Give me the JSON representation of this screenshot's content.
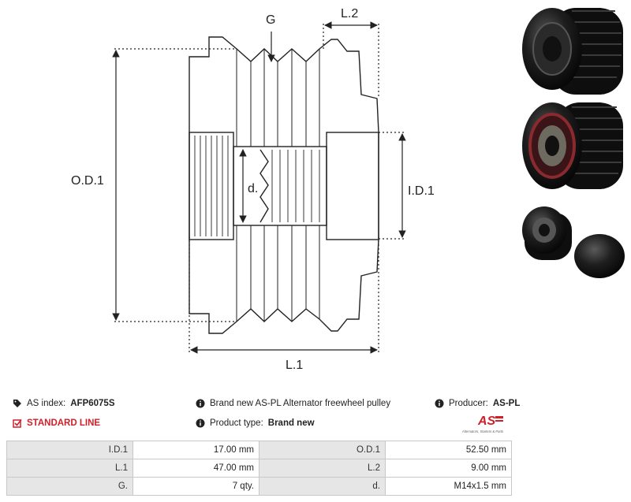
{
  "drawing": {
    "labels": {
      "g": "G",
      "l2": "L.2",
      "od1": "O.D.1",
      "d": "d.",
      "id1": "I.D.1",
      "l1": "L.1"
    }
  },
  "info": {
    "as_index_label": "AS index:",
    "as_index_value": "AFP6075S",
    "standard_line": "STANDARD LINE",
    "description": "Brand new AS-PL Alternator freewheel pulley",
    "product_type_label": "Product type:",
    "product_type_value": "Brand new",
    "producer_label": "Producer:",
    "producer_value": "AS-PL",
    "logo_text": "AS",
    "logo_tagline": "Alternators, Starters & Parts"
  },
  "specs": [
    {
      "label1": "I.D.1",
      "value1": "17.00 mm",
      "label2": "O.D.1",
      "value2": "52.50 mm"
    },
    {
      "label1": "L.1",
      "value1": "47.00 mm",
      "label2": "L.2",
      "value2": "9.00 mm"
    },
    {
      "label1": "G.",
      "value1": "7 qty.",
      "label2": "d.",
      "value2": "M14x1.5 mm"
    }
  ],
  "colors": {
    "accent": "#d0202a",
    "label_bg": "#e6e6e6",
    "border": "#c8c8c8"
  },
  "icons": [
    "tag-icon",
    "checkbox-icon",
    "info-icon"
  ]
}
